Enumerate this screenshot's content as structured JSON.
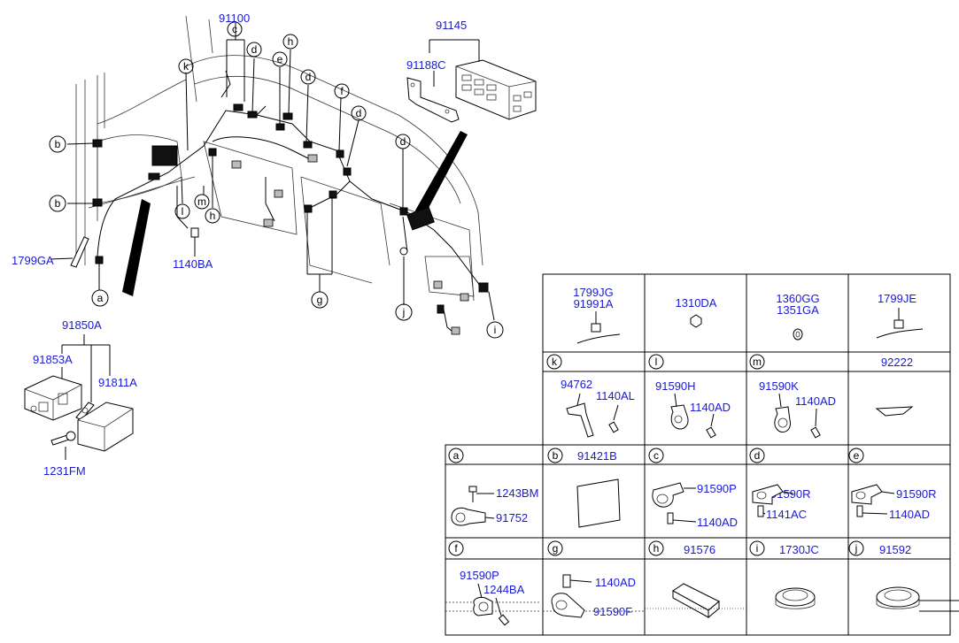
{
  "main_callouts": {
    "p91100": "91100",
    "p91145": "91145",
    "p91188C": "91188C",
    "p1799GA": "1799GA",
    "p1140BA": "1140BA",
    "p91850A": "91850A",
    "p91853A": "91853A",
    "p91811A": "91811A",
    "p1231FM": "1231FM"
  },
  "circle_letters": {
    "a": "a",
    "b": "b",
    "c": "c",
    "d": "d",
    "e": "e",
    "f": "f",
    "g": "g",
    "h": "h",
    "i": "i",
    "j": "j",
    "k": "k",
    "l": "l",
    "m": "m"
  },
  "legend_table": {
    "row1": [
      {
        "parts": [
          "1799JG",
          "91991A"
        ]
      },
      {
        "parts": [
          "1310DA"
        ]
      },
      {
        "parts": [
          "1360GG",
          "1351GA"
        ]
      },
      {
        "parts": [
          "1799JE"
        ]
      }
    ],
    "row2_headers": [
      {
        "letter": "k",
        "part": ""
      },
      {
        "letter": "l",
        "part": ""
      },
      {
        "letter": "m",
        "part": ""
      },
      {
        "letter": "",
        "part": "92222"
      }
    ],
    "row2": [
      {
        "parts": [
          "94762",
          "1140AL"
        ]
      },
      {
        "parts": [
          "91590H",
          "1140AD"
        ]
      },
      {
        "parts": [
          "91590K",
          "1140AD"
        ]
      },
      {
        "parts": []
      }
    ],
    "row3_headers": [
      {
        "letter": "a",
        "part": ""
      },
      {
        "letter": "b",
        "part": "91421B"
      },
      {
        "letter": "c",
        "part": ""
      },
      {
        "letter": "d",
        "part": ""
      },
      {
        "letter": "e",
        "part": ""
      }
    ],
    "row3": [
      {
        "parts": [
          "1243BM",
          "91752"
        ]
      },
      {
        "parts": []
      },
      {
        "parts": [
          "91590P",
          "1140AD"
        ]
      },
      {
        "parts": [
          "91590R",
          "1141AC"
        ]
      },
      {
        "parts": [
          "91590R",
          "1140AD"
        ]
      }
    ],
    "row4_headers": [
      {
        "letter": "f",
        "part": ""
      },
      {
        "letter": "g",
        "part": ""
      },
      {
        "letter": "h",
        "part": "91576"
      },
      {
        "letter": "i",
        "part": "1730JC"
      },
      {
        "letter": "j",
        "part": "91592"
      }
    ],
    "row4": [
      {
        "parts": [
          "91590P",
          "1244BA"
        ]
      },
      {
        "parts": [
          "1140AD",
          "91590F"
        ]
      }
    ]
  }
}
